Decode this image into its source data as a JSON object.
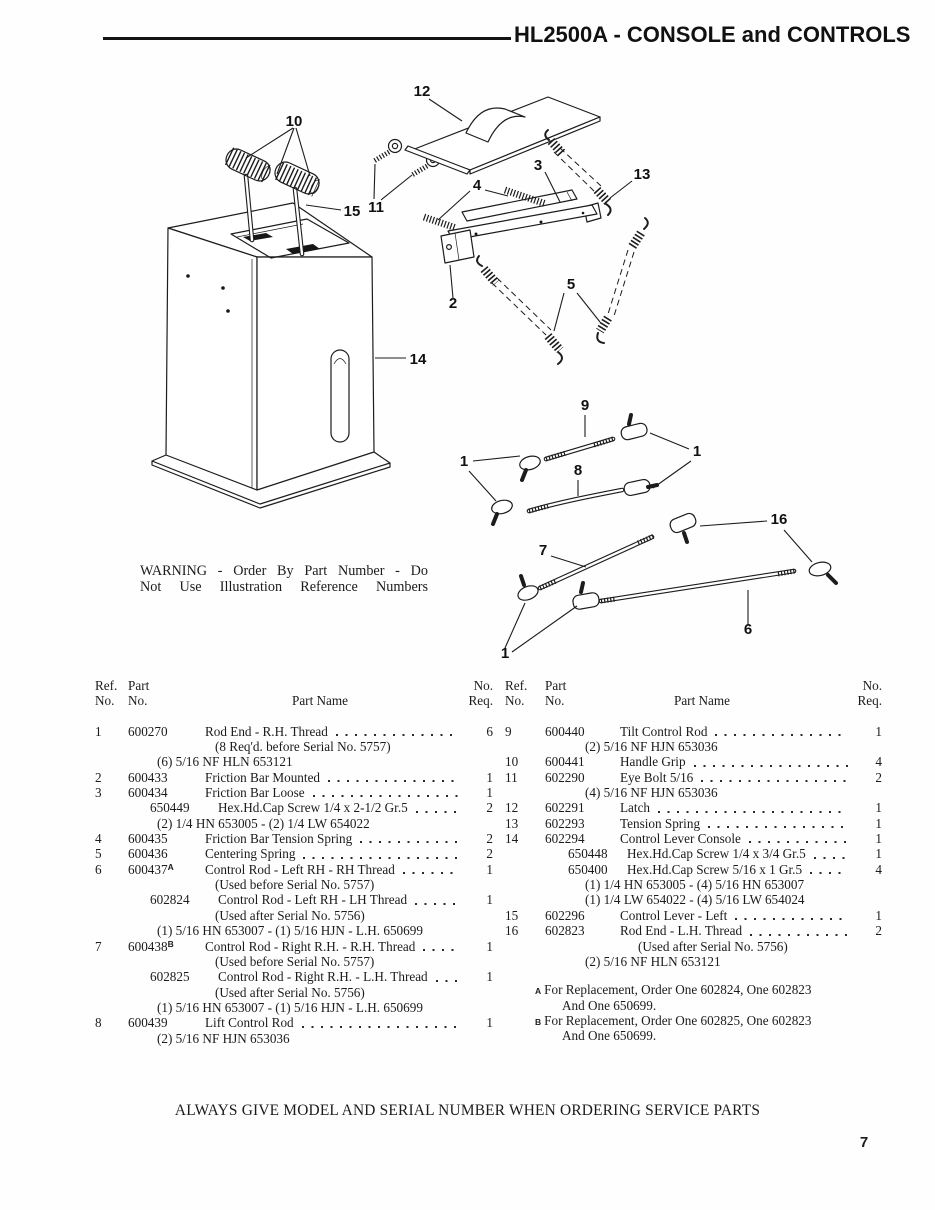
{
  "header": {
    "title": "HL2500A - CONSOLE and CONTROLS"
  },
  "diagram": {
    "warning_line1": "WARNING - Order By Part Number - Do",
    "warning_line2": "Not Use Illustration Reference Numbers",
    "callouts": {
      "n1": "1",
      "n2": "2",
      "n3": "3",
      "n4": "4",
      "n5": "5",
      "n6": "6",
      "n7": "7",
      "n8": "8",
      "n9": "9",
      "n10": "10",
      "n11": "11",
      "n12": "12",
      "n13": "13",
      "n14": "14",
      "n15": "15",
      "n16": "16"
    }
  },
  "table": {
    "headers": {
      "ref1": "Ref.",
      "ref2": "No.",
      "part1": "Part",
      "part2": "No.",
      "name": "Part Name",
      "qty1": "No.",
      "qty2": "Req."
    },
    "left": {
      "lines": [
        {
          "ref": "1",
          "part": "600270",
          "name": "Rod End - R.H. Thread",
          "qty": "6"
        },
        {
          "note": "(8 Req'd. before Serial No. 5757)"
        },
        {
          "hw": "(6) 5/16 NF HLN 653121"
        },
        {
          "ref": "2",
          "part": "600433",
          "name": "Friction Bar Mounted",
          "qty": "1"
        },
        {
          "ref": "3",
          "part": "600434",
          "name": "Friction Bar Loose",
          "qty": "1"
        },
        {
          "sub": true,
          "part": "650449",
          "name": "Hex.Hd.Cap Screw 1/4 x 2-1/2 Gr.5",
          "qty": "2"
        },
        {
          "hw": "(2) 1/4 HN 653005 - (2) 1/4 LW 654022"
        },
        {
          "ref": "4",
          "part": "600435",
          "name": "Friction Bar Tension Spring",
          "qty": "2"
        },
        {
          "ref": "5",
          "part": "600436",
          "name": "Centering Spring",
          "qty": "2"
        },
        {
          "ref": "6",
          "part": "600437",
          "sup": "A",
          "name": "Control Rod - Left RH - RH Thread",
          "qty": "1"
        },
        {
          "note": "(Used before Serial No. 5757)"
        },
        {
          "sub": true,
          "part": "602824",
          "name": "Control Rod - Left RH - LH Thread",
          "qty": "1"
        },
        {
          "note": "(Used after Serial No. 5756)"
        },
        {
          "hw": "(1) 5/16 HN 653007 - (1) 5/16 HJN - L.H. 650699"
        },
        {
          "ref": "7",
          "part": "600438",
          "sup": "B",
          "name": "Control Rod - Right R.H. - R.H. Thread",
          "qty": "1"
        },
        {
          "note": "(Used before Serial No. 5757)"
        },
        {
          "sub": true,
          "part": "602825",
          "name": "Control Rod - Right R.H. - L.H. Thread",
          "qty": "1"
        },
        {
          "note": "(Used after Serial No. 5756)"
        },
        {
          "hw": "(1) 5/16 HN 653007 - (1) 5/16 HJN - L.H. 650699"
        },
        {
          "ref": "8",
          "part": "600439",
          "name": "Lift Control Rod",
          "qty": "1"
        },
        {
          "hw": "(2) 5/16 NF HJN 653036"
        }
      ]
    },
    "right": {
      "lines": [
        {
          "ref": "9",
          "part": "600440",
          "name": "Tilt Control Rod",
          "qty": "1"
        },
        {
          "hw": "(2) 5/16 NF HJN 653036"
        },
        {
          "ref": "10",
          "part": "600441",
          "name": "Handle Grip",
          "qty": "4"
        },
        {
          "ref": "11",
          "part": "602290",
          "name": "Eye Bolt 5/16",
          "qty": "2"
        },
        {
          "hw": "(4) 5/16 NF HJN 653036"
        },
        {
          "ref": "12",
          "part": "602291",
          "name": "Latch",
          "qty": "1"
        },
        {
          "ref": "13",
          "part": "602293",
          "name": "Tension Spring",
          "qty": "1"
        },
        {
          "ref": "14",
          "part": "602294",
          "name": "Control Lever Console",
          "qty": "1"
        },
        {
          "sub": true,
          "part": "650448",
          "name": "Hex.Hd.Cap Screw 1/4 x 3/4 Gr.5",
          "qty": "1"
        },
        {
          "sub": true,
          "part": "650400",
          "name": "Hex.Hd.Cap Screw 5/16 x 1 Gr.5",
          "qty": "4"
        },
        {
          "hw": "(1) 1/4 HN 653005 - (4) 5/16 HN 653007"
        },
        {
          "hw": "(1) 1/4 LW 654022 - (4) 5/16 LW 654024"
        },
        {
          "ref": "15",
          "part": "602296",
          "name": "Control Lever - Left",
          "qty": "1"
        },
        {
          "ref": "16",
          "part": "602823",
          "name": "Rod End - L.H. Thread",
          "qty": "2"
        },
        {
          "note": "(Used after Serial No. 5756)"
        },
        {
          "hw": "(2) 5/16 NF HLN 653121"
        }
      ],
      "footnotes": [
        {
          "mark": "A",
          "line1": "For Replacement, Order One 602824, One 602823",
          "line2": "And One 650699."
        },
        {
          "mark": "B",
          "line1": "For Replacement, Order One 602825, One 602823",
          "line2": "And One 650699."
        }
      ]
    }
  },
  "footer": {
    "note": "ALWAYS GIVE MODEL AND SERIAL NUMBER WHEN ORDERING SERVICE PARTS",
    "page": "7"
  }
}
